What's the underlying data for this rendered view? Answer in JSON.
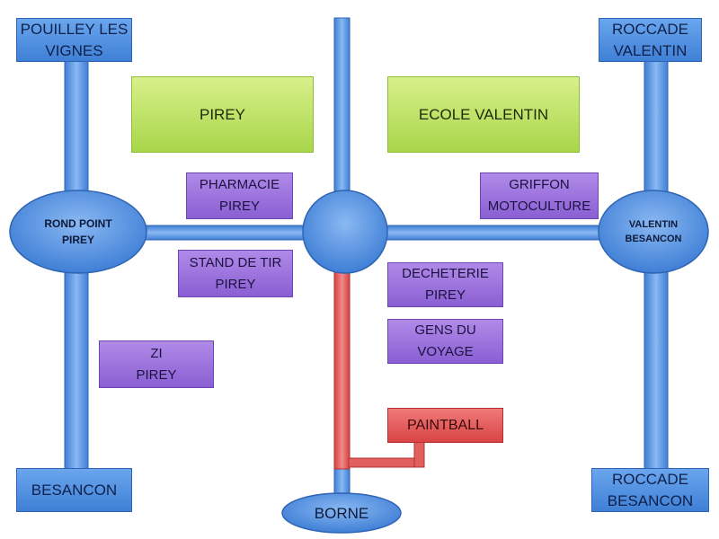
{
  "colors": {
    "road_blue": "#5a96e6",
    "road_blue_edge": "#2f64b3",
    "road_red": "#e05a5a",
    "green_box": "#b8e05a",
    "purple_box": "#9c74df",
    "red_box": "#e05a5a"
  },
  "corners": {
    "pouilley": "POUILLEY LES\nVIGNES",
    "roccade_valentin": "ROCCADE\nVALENTIN",
    "besancon": "BESANCON",
    "roccade_besancon": "ROCCADE\nBESANCON"
  },
  "nodes": {
    "rond_point_pirey": "ROND POINT\nPIREY",
    "valentin_besancon": "VALENTIN\nBESANCON",
    "borne": "BORNE"
  },
  "zones": {
    "pirey": "PIREY",
    "ecole_valentin": "ECOLE VALENTIN"
  },
  "places": {
    "pharmacie": "PHARMACIE\nPIREY",
    "griffon": "GRIFFON\nMOTOCULTURE",
    "stand_tir": "STAND DE TIR\nPIREY",
    "decheterie": "DECHETERIE\nPIREY",
    "gens_voyage": "GENS DU\nVOYAGE",
    "zi_pirey": "ZI\nPIREY",
    "paintball": "PAINTBALL"
  }
}
